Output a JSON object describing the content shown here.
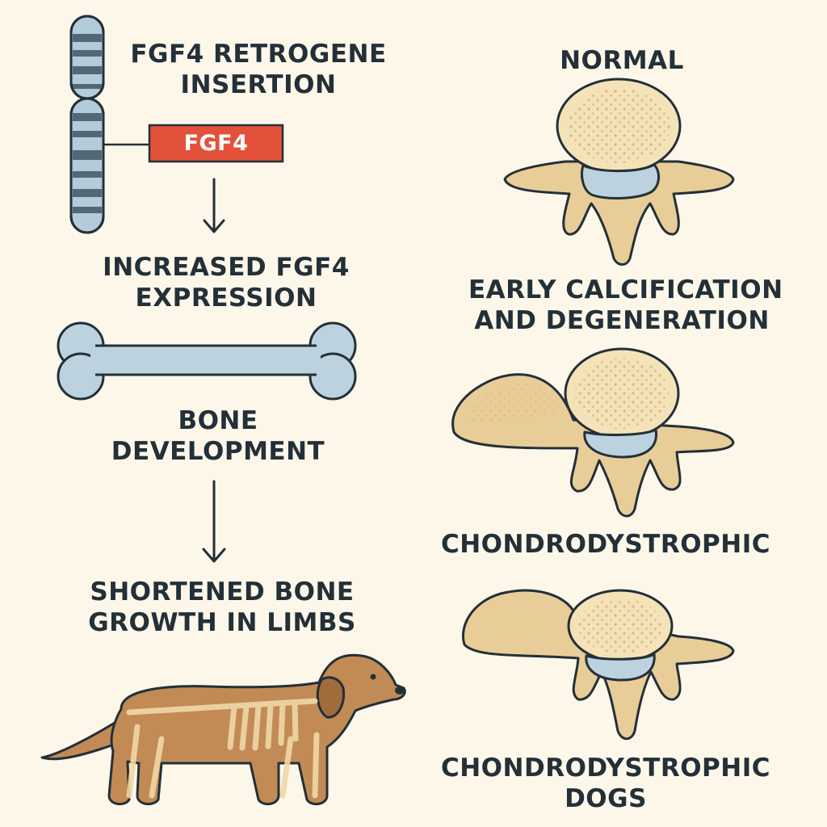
{
  "left_flow": {
    "step1": {
      "line1": "FGF4 RETROGENE",
      "line2": "INSERTION"
    },
    "gene_box_label": "FGF4",
    "step2": {
      "line1": "INCREASED FGF4",
      "line2": "EXPRESSION"
    },
    "step3": {
      "line1": "BONE",
      "line2": "DEVELOPMENT"
    },
    "step4": {
      "line1": "SHORTENED BONE",
      "line2": "GROWTH IN LIMBS"
    }
  },
  "right_panel": {
    "vertebra_normal": {
      "label": "NORMAL"
    },
    "vertebra_degeneration": {
      "line1": "EARLY CALCIFICATION",
      "line2": "AND DEGENERATION"
    },
    "vertebra_chondro": {
      "label": "CHONDRODYSTROPHIC"
    },
    "vertebra_chondro_dogs": {
      "line1": "CHONDRODYSTROPHIC",
      "line2": "DOGS"
    }
  },
  "colors": {
    "background": "#fdf7ea",
    "outline": "#233038",
    "chromosome_light": "#b3ccd9",
    "chromosome_band": "#526878",
    "gene_box": "#e4513a",
    "bone": "#bcd3df",
    "vertebra": "#e8cd98",
    "vertebra_body": "#f4e2b8",
    "disc": "#bcd3df",
    "dog": "#c28b55"
  },
  "icons": [
    "chromosome-icon",
    "arrow-down-icon",
    "bone-icon",
    "dog-icon",
    "vertebra-icon"
  ]
}
